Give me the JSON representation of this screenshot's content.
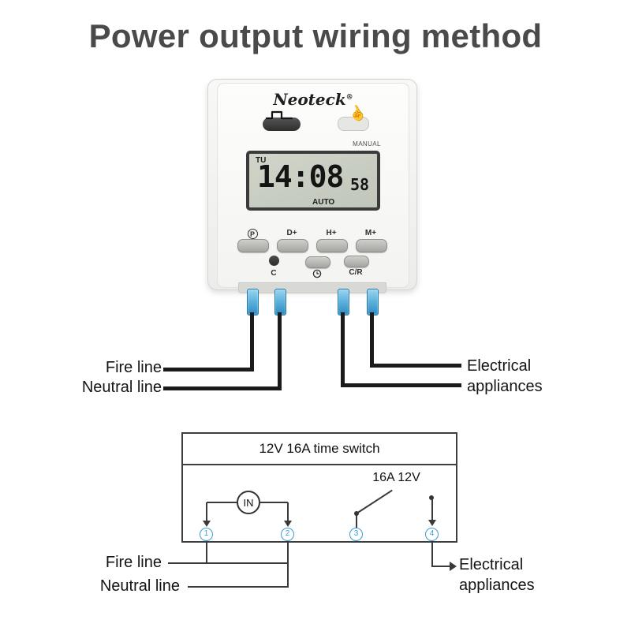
{
  "title": "Power output wiring method",
  "device": {
    "brand": "Neoteck",
    "registered_mark": "®",
    "manual_label": "MANUAL",
    "lcd": {
      "day": "TU",
      "time": "14:08",
      "seconds": "58",
      "mode": "AUTO"
    },
    "row1_buttons": [
      "P",
      "D+",
      "H+",
      "M+"
    ],
    "row2_button_c": "C",
    "row2_button_cr": "C/R"
  },
  "icons": {
    "manual_hand": "☝"
  },
  "wiring": {
    "fire_label": "Fire line",
    "neutral_label": "Neutral line",
    "appliance_line1": "Electrical",
    "appliance_line2": "appliances"
  },
  "schematic": {
    "box_title": "12V 16A time switch",
    "in_label": "IN",
    "switch_rating": "16A 12V",
    "terminals": [
      "1",
      "2",
      "3",
      "4"
    ],
    "fire_label": "Fire line",
    "neutral_label": "Neutral line",
    "appliance_line1": "Electrical",
    "appliance_line2": "appliances"
  },
  "colors": {
    "terminal_blue": "#3d9bd8",
    "title_gray": "#4a4a4a",
    "wire_black": "#1b1b1b"
  }
}
